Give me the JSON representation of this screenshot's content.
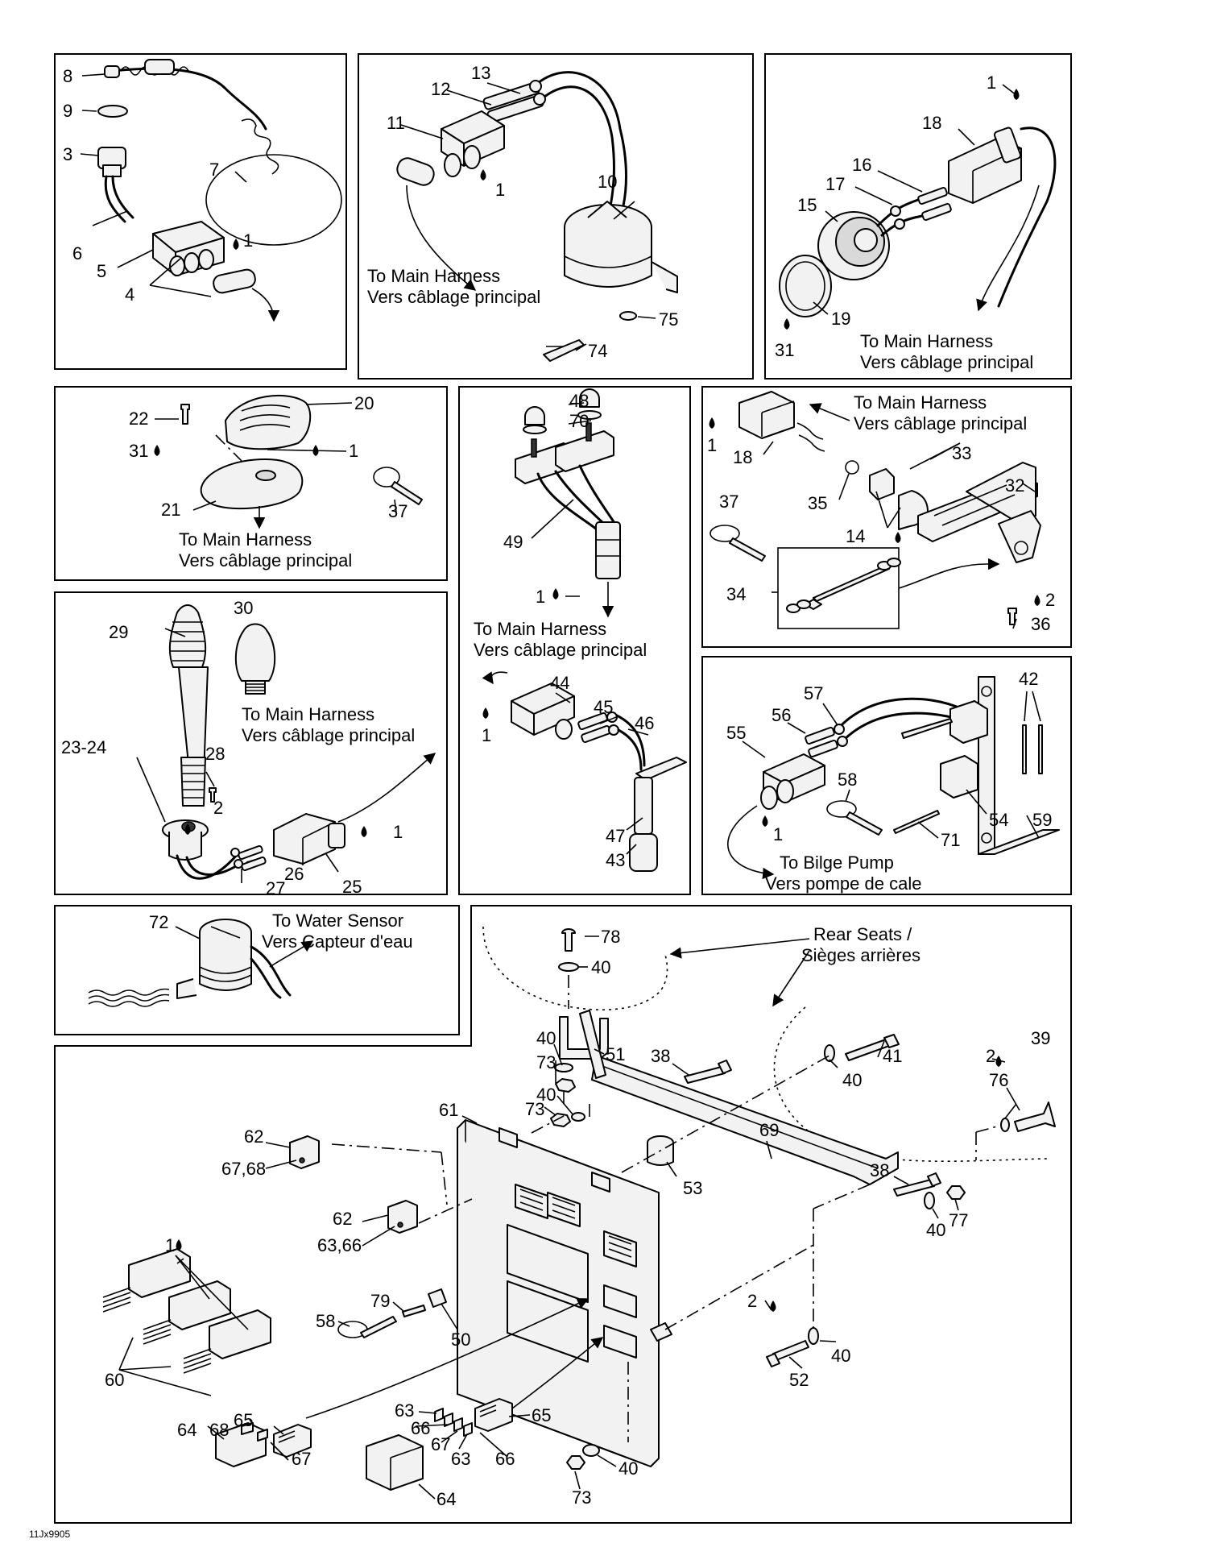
{
  "drawing_ref": "11Jx9905",
  "captions": {
    "main_harness_en": "To Main Harness",
    "main_harness_fr": "Vers câblage principal",
    "bilge_pump_en": "To Bilge Pump",
    "bilge_pump_fr": "Vers pompe de cale",
    "water_sensor_en": "To Water Sensor",
    "water_sensor_fr": "Vers Capteur d'eau",
    "rear_seats_en": "Rear Seats /",
    "rear_seats_fr": "Sièges arrières"
  },
  "callouts": {
    "p1": {
      "c8": "8",
      "c9": "9",
      "c3": "3",
      "c7": "7",
      "c6": "6",
      "c5": "5",
      "c1": "1",
      "c4": "4"
    },
    "p2": {
      "c13": "13",
      "c12": "12",
      "c11": "11",
      "c1": "1",
      "c10": "10",
      "c75": "75",
      "c74": "74"
    },
    "p3": {
      "c1": "1",
      "c18": "18",
      "c16": "16",
      "c17": "17",
      "c15": "15",
      "c19": "19",
      "c31": "31"
    },
    "p4": {
      "c22": "22",
      "c20": "20",
      "c31": "31",
      "c1": "1",
      "c21": "21",
      "c37": "37"
    },
    "p5": {
      "c48": "48",
      "c70": "70",
      "c49": "49",
      "c1": "1",
      "c44": "44",
      "c45": "45",
      "c46": "46",
      "c1b": "1",
      "c47": "47",
      "c43": "43"
    },
    "p6": {
      "c1": "1",
      "c18": "18",
      "c33": "33",
      "c32": "32",
      "c35": "35",
      "c37": "37",
      "c14": "14",
      "c34": "34",
      "c2": "2",
      "c36": "36"
    },
    "p7": {
      "c30": "30",
      "c29": "29",
      "c2324": "23-24",
      "c28": "28",
      "c2": "2",
      "c1": "1",
      "c25": "25",
      "c26": "26",
      "c27": "27"
    },
    "p8": {
      "c57": "57",
      "c42": "42",
      "c56": "56",
      "c55": "55",
      "c58": "58",
      "c1": "1",
      "c71": "71",
      "c54": "54",
      "c59": "59"
    },
    "p9": {
      "c72": "72"
    },
    "p10": {
      "c78": "78",
      "c40a": "40",
      "c51": "51",
      "c40b": "40",
      "c73a": "73",
      "c38a": "38",
      "c41": "41",
      "c40c": "40",
      "c2a": "2",
      "c39": "39",
      "c76": "76",
      "c61": "61",
      "c40d": "40",
      "c73b": "73",
      "c62a": "62",
      "c6768": "67,68",
      "c69": "69",
      "c53": "53",
      "c38b": "38",
      "c77": "77",
      "c40e": "40",
      "c1": "1",
      "c62b": "62",
      "c6366": "63,66",
      "c79": "79",
      "c58": "58",
      "c50": "50",
      "c2b": "2",
      "c40f": "40",
      "c52": "52",
      "c60": "60",
      "c65a": "65",
      "c64a": "64",
      "c68": "68",
      "c67a": "67",
      "c63a": "63",
      "c66a": "66",
      "c67b": "67",
      "c63b": "63",
      "c65b": "65",
      "c66b": "66",
      "c40g": "40",
      "c73c": "73",
      "c64b": "64"
    }
  }
}
